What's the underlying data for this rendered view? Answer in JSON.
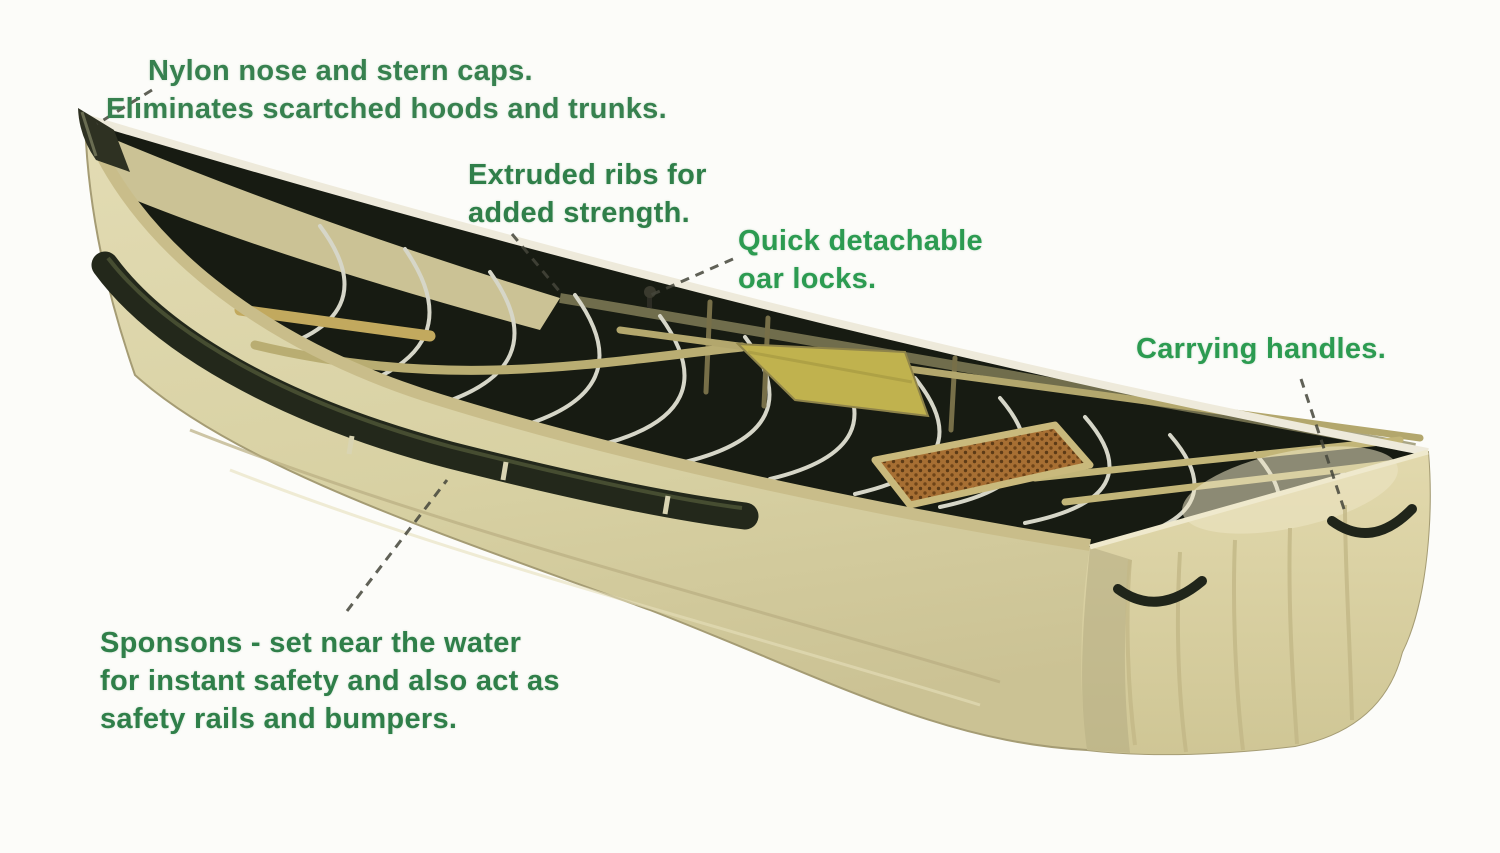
{
  "diagram": {
    "subject": "sponson-square-stern-canoe",
    "labels": [
      {
        "id": "nose-caps",
        "lines": [
          "Nylon nose and stern caps.",
          "Eliminates scartched hoods and trunks."
        ],
        "color": "#37814f"
      },
      {
        "id": "extruded-ribs",
        "lines": [
          "Extruded ribs for",
          "added strength."
        ],
        "color": "#2f7f49"
      },
      {
        "id": "oar-locks",
        "lines": [
          "Quick detachable",
          "oar locks."
        ],
        "color": "#2c9b51"
      },
      {
        "id": "carrying-handles",
        "lines": [
          "Carrying handles."
        ],
        "color": "#2c9b51"
      },
      {
        "id": "sponsons",
        "lines": [
          "Sponsons - set near the water",
          "for instant safety and also act as",
          "safety rails and bumpers."
        ],
        "color": "#2f7f49"
      }
    ],
    "colors": {
      "background": "#fcfcf9",
      "hull_tan": "#d8d1a3",
      "hull_tan_dark": "#c7bd90",
      "transom_wood": "#ddd4a7",
      "interior_dark": "#171b12",
      "rib_silver": "#d6d6c8",
      "sponson_black": "#23281b",
      "gunwale_light": "#eeeadb",
      "paddle_yellow": "#c0b24e",
      "seat_cane": "#a06a30",
      "handle_black": "#20251a",
      "leader_line": "#45463b"
    }
  }
}
